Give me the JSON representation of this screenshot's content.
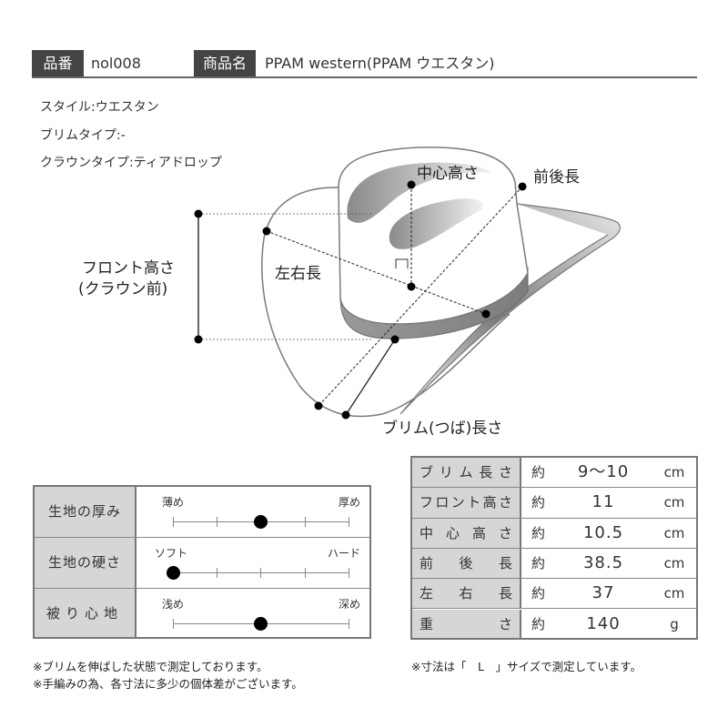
{
  "header": {
    "item_no_label": "品番",
    "item_no_value": "nol008",
    "product_name_label": "商品名",
    "product_name_value": "PPAM western(PPAM ウエスタン)"
  },
  "specs": [
    {
      "text": "スタイル:ウエスタン"
    },
    {
      "text": "ブリムタイプ:-"
    },
    {
      "text": "クラウンタイプ:ティアドロップ"
    }
  ],
  "diagram": {
    "labels": {
      "center_height": "中心高さ",
      "front_back_length": "前後長",
      "left_right_length": "左右長",
      "front_height_line1": "フロント高さ",
      "front_height_line2": "(クラウン前)",
      "brim_length": "ブリム(つば)長さ"
    },
    "colors": {
      "outline": "#777777",
      "band": "#8a8a8a",
      "dot": "#000000"
    }
  },
  "fabric_table": {
    "rows": [
      {
        "label": "生地の厚み",
        "low": "薄め",
        "high": "厚め",
        "position": 3,
        "steps": 5
      },
      {
        "label": "生地の硬さ",
        "low": "ソフト",
        "high": "ハード",
        "position": 1,
        "steps": 5
      },
      {
        "label": "被り心地",
        "low": "浅め",
        "high": "深め",
        "position": 3,
        "steps": 5
      }
    ]
  },
  "size_table": {
    "rows": [
      {
        "label": "ブリム長さ",
        "approx": "約",
        "value": "9〜10",
        "unit": "cm"
      },
      {
        "label": "フロント高さ",
        "approx": "約",
        "value": "11",
        "unit": "cm"
      },
      {
        "label": "中心高さ",
        "approx": "約",
        "value": "10.5",
        "unit": "cm"
      },
      {
        "label": "前後長",
        "approx": "約",
        "value": "38.5",
        "unit": "cm"
      },
      {
        "label": "左右長",
        "approx": "約",
        "value": "37",
        "unit": "cm"
      },
      {
        "label": "重さ",
        "approx": "約",
        "value": "140",
        "unit": "g"
      }
    ]
  },
  "notes": {
    "note1": "※ブリムを伸ばした状態で測定しております。",
    "note2": "※手編みの為、各寸法に多少の個体差がございます。",
    "size_note": "※寸法は「　L　」サイズで測定しています。"
  }
}
